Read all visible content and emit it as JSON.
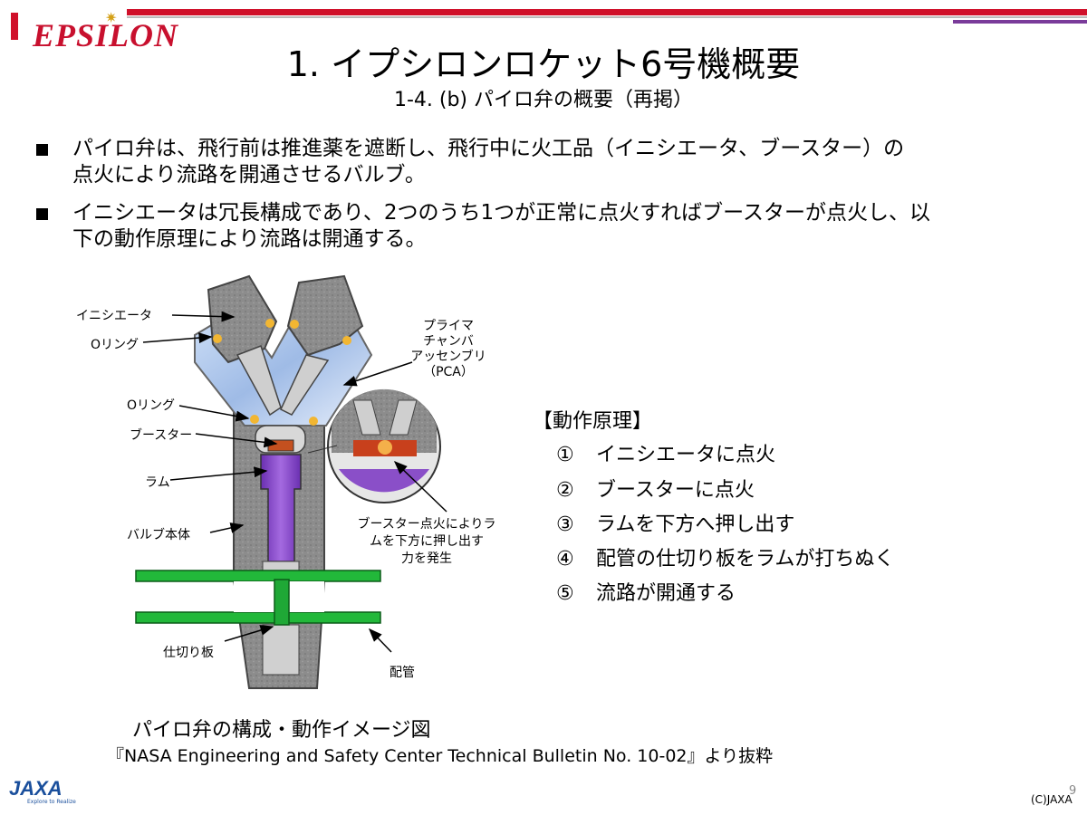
{
  "header": {
    "logo_text": "EPSILON",
    "title": "1. イプシロンロケット6号機概要",
    "subtitle": "1-4. (b) パイロ弁の概要（再掲）"
  },
  "bullets": [
    {
      "line1": "パイロ弁は、飛行前は推進薬を遮断し、飛行中に火工品（イニシエータ、ブースター）の",
      "line2": "点火により流路を開通させるバルブ。"
    },
    {
      "line1": "イニシエータは冗長構成であり、2つのうち1つが正常に点火すればブースターが点火し、以",
      "line2": "下の動作原理により流路は開通する。"
    }
  ],
  "diagram": {
    "labels": {
      "initiator": "イニシエータ",
      "oring1": "Oリング",
      "oring2": "Oリング",
      "booster": "ブースター",
      "ram": "ラム",
      "valve_body": "バルブ本体",
      "partition": "仕切り板",
      "piping": "配管",
      "pca_line1": "プライマ",
      "pca_line2": "チャンバ",
      "pca_line3": "アッセンブリ",
      "pca_line4": "（PCA）",
      "force_line1": "ブースター点火によりラ",
      "force_line2": "ムを下方に押し出す",
      "force_line3": "力を発生"
    },
    "caption": "パイロ弁の構成・動作イメージ図",
    "source": "『NASA Engineering and Safety Center Technical Bulletin No. 10-02』より抜粋"
  },
  "principle": {
    "title": "【動作原理】",
    "steps": [
      {
        "num": "①",
        "text": "イニシエータに点火"
      },
      {
        "num": "②",
        "text": "ブースターに点火"
      },
      {
        "num": "③",
        "text": "ラムを下方へ押し出す"
      },
      {
        "num": "④",
        "text": "配管の仕切り板をラムが打ちぬく"
      },
      {
        "num": "⑤",
        "text": "流路が開通する"
      }
    ]
  },
  "footer": {
    "jaxa_logo": "JAXA",
    "jaxa_tagline": "Explore to Realize",
    "copyright": "(C)JAXA",
    "page_number": "9"
  },
  "colors": {
    "brand_red": "#d0102a",
    "valve_gray": "#8a8a8a",
    "pca_blue": "#a9c4ea",
    "ram_purple": "#8a4fc8",
    "pipe_green": "#22b83a",
    "oring_yellow": "#f2b632"
  }
}
